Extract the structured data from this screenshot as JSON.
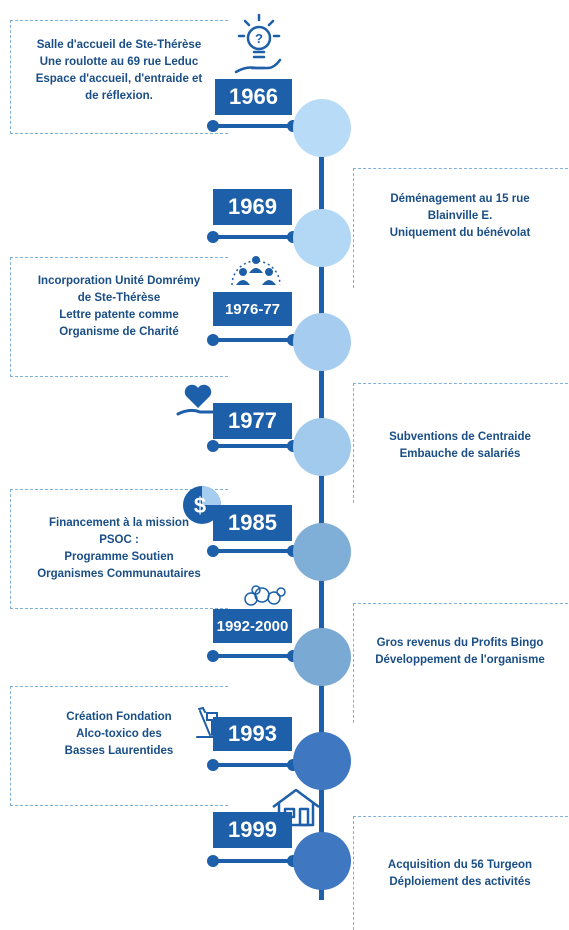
{
  "events": [
    {
      "year": "1966",
      "lines": [
        "Salle d'accueil de Ste-Thérèse",
        "Une roulotte au 69 rue Leduc",
        "Espace d'accueil, d'entraide et",
        "de réflexion."
      ],
      "side": "left",
      "icon": "lightbulb-hand-icon",
      "color": "#b8dcf7"
    },
    {
      "year": "1969",
      "lines": [
        "Déménagement au 15 rue",
        "Blainville E.",
        "Uniquement du bénévolat"
      ],
      "side": "right",
      "icon": "",
      "color": "#b3d8f5"
    },
    {
      "year": "1976-77",
      "lines": [
        "Incorporation Unité Domrémy",
        "de Ste-Thérèse",
        "Lettre patente comme",
        "Organisme de Charité"
      ],
      "side": "left",
      "icon": "people-network-icon",
      "color": "#a6cdef"
    },
    {
      "year": "1977",
      "lines": [
        "Subventions de Centraide",
        "Embauche de salariés"
      ],
      "side": "right",
      "icon": "heart-hand-icon",
      "color": "#a1caed"
    },
    {
      "year": "1985",
      "lines": [
        "Financement à la mission",
        "PSOC :",
        "Programme Soutien",
        "Organismes Communautaires"
      ],
      "side": "left",
      "icon": "dollar-coin-icon",
      "color": "#7faed6"
    },
    {
      "year": "1992-2000",
      "lines": [
        "Gros revenus du Profits Bingo",
        "Développement de l'organisme"
      ],
      "side": "right",
      "icon": "bingo-balls-icon",
      "color": "#7aaad4"
    },
    {
      "year": "1993",
      "lines": [
        "Création Fondation",
        "Alco-toxico des",
        "Basses Laurentides"
      ],
      "side": "left",
      "icon": "tools-icon",
      "color": "#3f78c0"
    },
    {
      "year": "1999",
      "lines": [
        "Acquisition du 56 Turgeon",
        "Déploiement des activités"
      ],
      "side": "right",
      "icon": "house-icon",
      "color": "#3f78c0"
    }
  ],
  "colors": {
    "accent": "#1d5fa8",
    "text": "#1a4e86",
    "dashed": "#7fb0dc"
  }
}
